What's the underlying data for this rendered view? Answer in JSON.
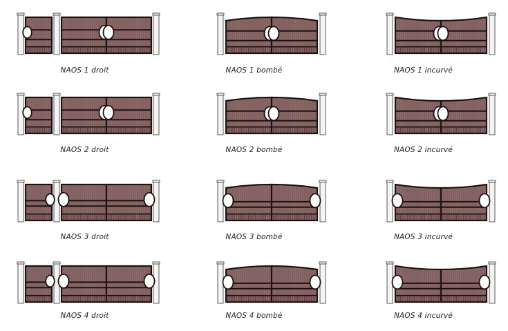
{
  "colors": {
    "frame": "#1e1010",
    "panel": "#8c6a6a",
    "panel_dark": "#5a3c3c",
    "slat": "#6e4f4f",
    "pillar": "#f4f4f4",
    "pillar_stroke": "#333333",
    "porthole": "#ffffff"
  },
  "gates": [
    {
      "caption": "NAOS 1 droit",
      "model": 1,
      "top": "droit",
      "pedestrian_gate": true
    },
    {
      "caption": "NAOS 1 bombé",
      "model": 1,
      "top": "bombe",
      "pedestrian_gate": false
    },
    {
      "caption": "NAOS 1 incurvé",
      "model": 1,
      "top": "incurve",
      "pedestrian_gate": false
    },
    {
      "caption": "NAOS 2 droit",
      "model": 2,
      "top": "droit",
      "pedestrian_gate": true
    },
    {
      "caption": "NAOS 2 bombé",
      "model": 2,
      "top": "bombe",
      "pedestrian_gate": false
    },
    {
      "caption": "NAOS 2 incurvé",
      "model": 2,
      "top": "incurve",
      "pedestrian_gate": false
    },
    {
      "caption": "NAOS 3 droit",
      "model": 3,
      "top": "droit",
      "pedestrian_gate": true
    },
    {
      "caption": "NAOS 3 bombé",
      "model": 3,
      "top": "bombe",
      "pedestrian_gate": false
    },
    {
      "caption": "NAOS 3 incurvé",
      "model": 3,
      "top": "incurve",
      "pedestrian_gate": false
    },
    {
      "caption": "NAOS 4 droit",
      "model": 4,
      "top": "droit",
      "pedestrian_gate": true
    },
    {
      "caption": "NAOS 4 bombé",
      "model": 4,
      "top": "bombe",
      "pedestrian_gate": false
    },
    {
      "caption": "NAOS 4 incurvé",
      "model": 4,
      "top": "incurve",
      "pedestrian_gate": false
    }
  ]
}
